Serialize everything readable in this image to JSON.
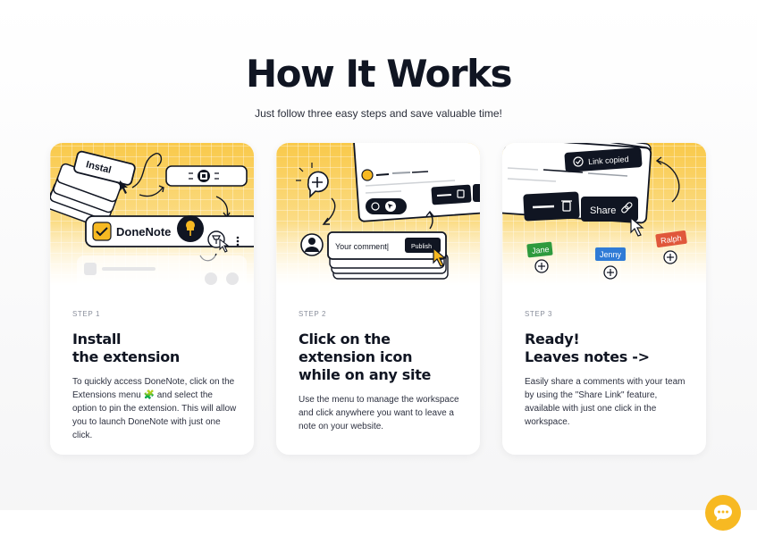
{
  "header": {
    "title": "How It Works",
    "subtitle": "Just follow three easy steps and save valuable time!"
  },
  "colors": {
    "accent": "#F7B922",
    "dark": "#101522",
    "tag_green": "#2E9A3E",
    "tag_blue": "#2F7BD6",
    "tag_red": "#E0573B"
  },
  "steps": [
    {
      "step_label": "STEP 1",
      "heading_line1": "Install",
      "heading_line2": "the extension",
      "body": "To quickly access DoneNote, click on the Extensions menu 🧩 and select the option to pin the extension. This will allow you to launch DoneNote with just one click.",
      "illustration": {
        "install_label": "Instal",
        "app_name": "DoneNote",
        "icons": [
          "puzzle-icon",
          "pin-icon",
          "check-icon",
          "cursor-icon",
          "more-icon"
        ]
      }
    },
    {
      "step_label": "STEP 2",
      "heading_line1": "Click on the",
      "heading_line2": "extension icon",
      "heading_line3": "while on any site",
      "body": "Use the menu to manage the workspace and click anywhere you want to leave a note on your website.",
      "illustration": {
        "comment_placeholder": "Your comment|",
        "publish_label": "Publish",
        "icons": [
          "add-note-icon",
          "avatar-icon",
          "trash-icon",
          "cursor-icon"
        ]
      }
    },
    {
      "step_label": "STEP 3",
      "heading_line1": "Ready!",
      "heading_line2": "Leaves notes ->",
      "body": "Easily share a comments with your team by using the \"Share Link\" feature, available with just one click in the workspace.",
      "illustration": {
        "toast": "Link copied",
        "share_label": "Share",
        "tags": [
          "Jane",
          "Jenny",
          "Ralph"
        ],
        "icons": [
          "check-circle-icon",
          "link-icon",
          "trash-icon",
          "cursor-icon"
        ]
      }
    }
  ],
  "chat": {
    "icon": "chat-bubble-icon"
  }
}
